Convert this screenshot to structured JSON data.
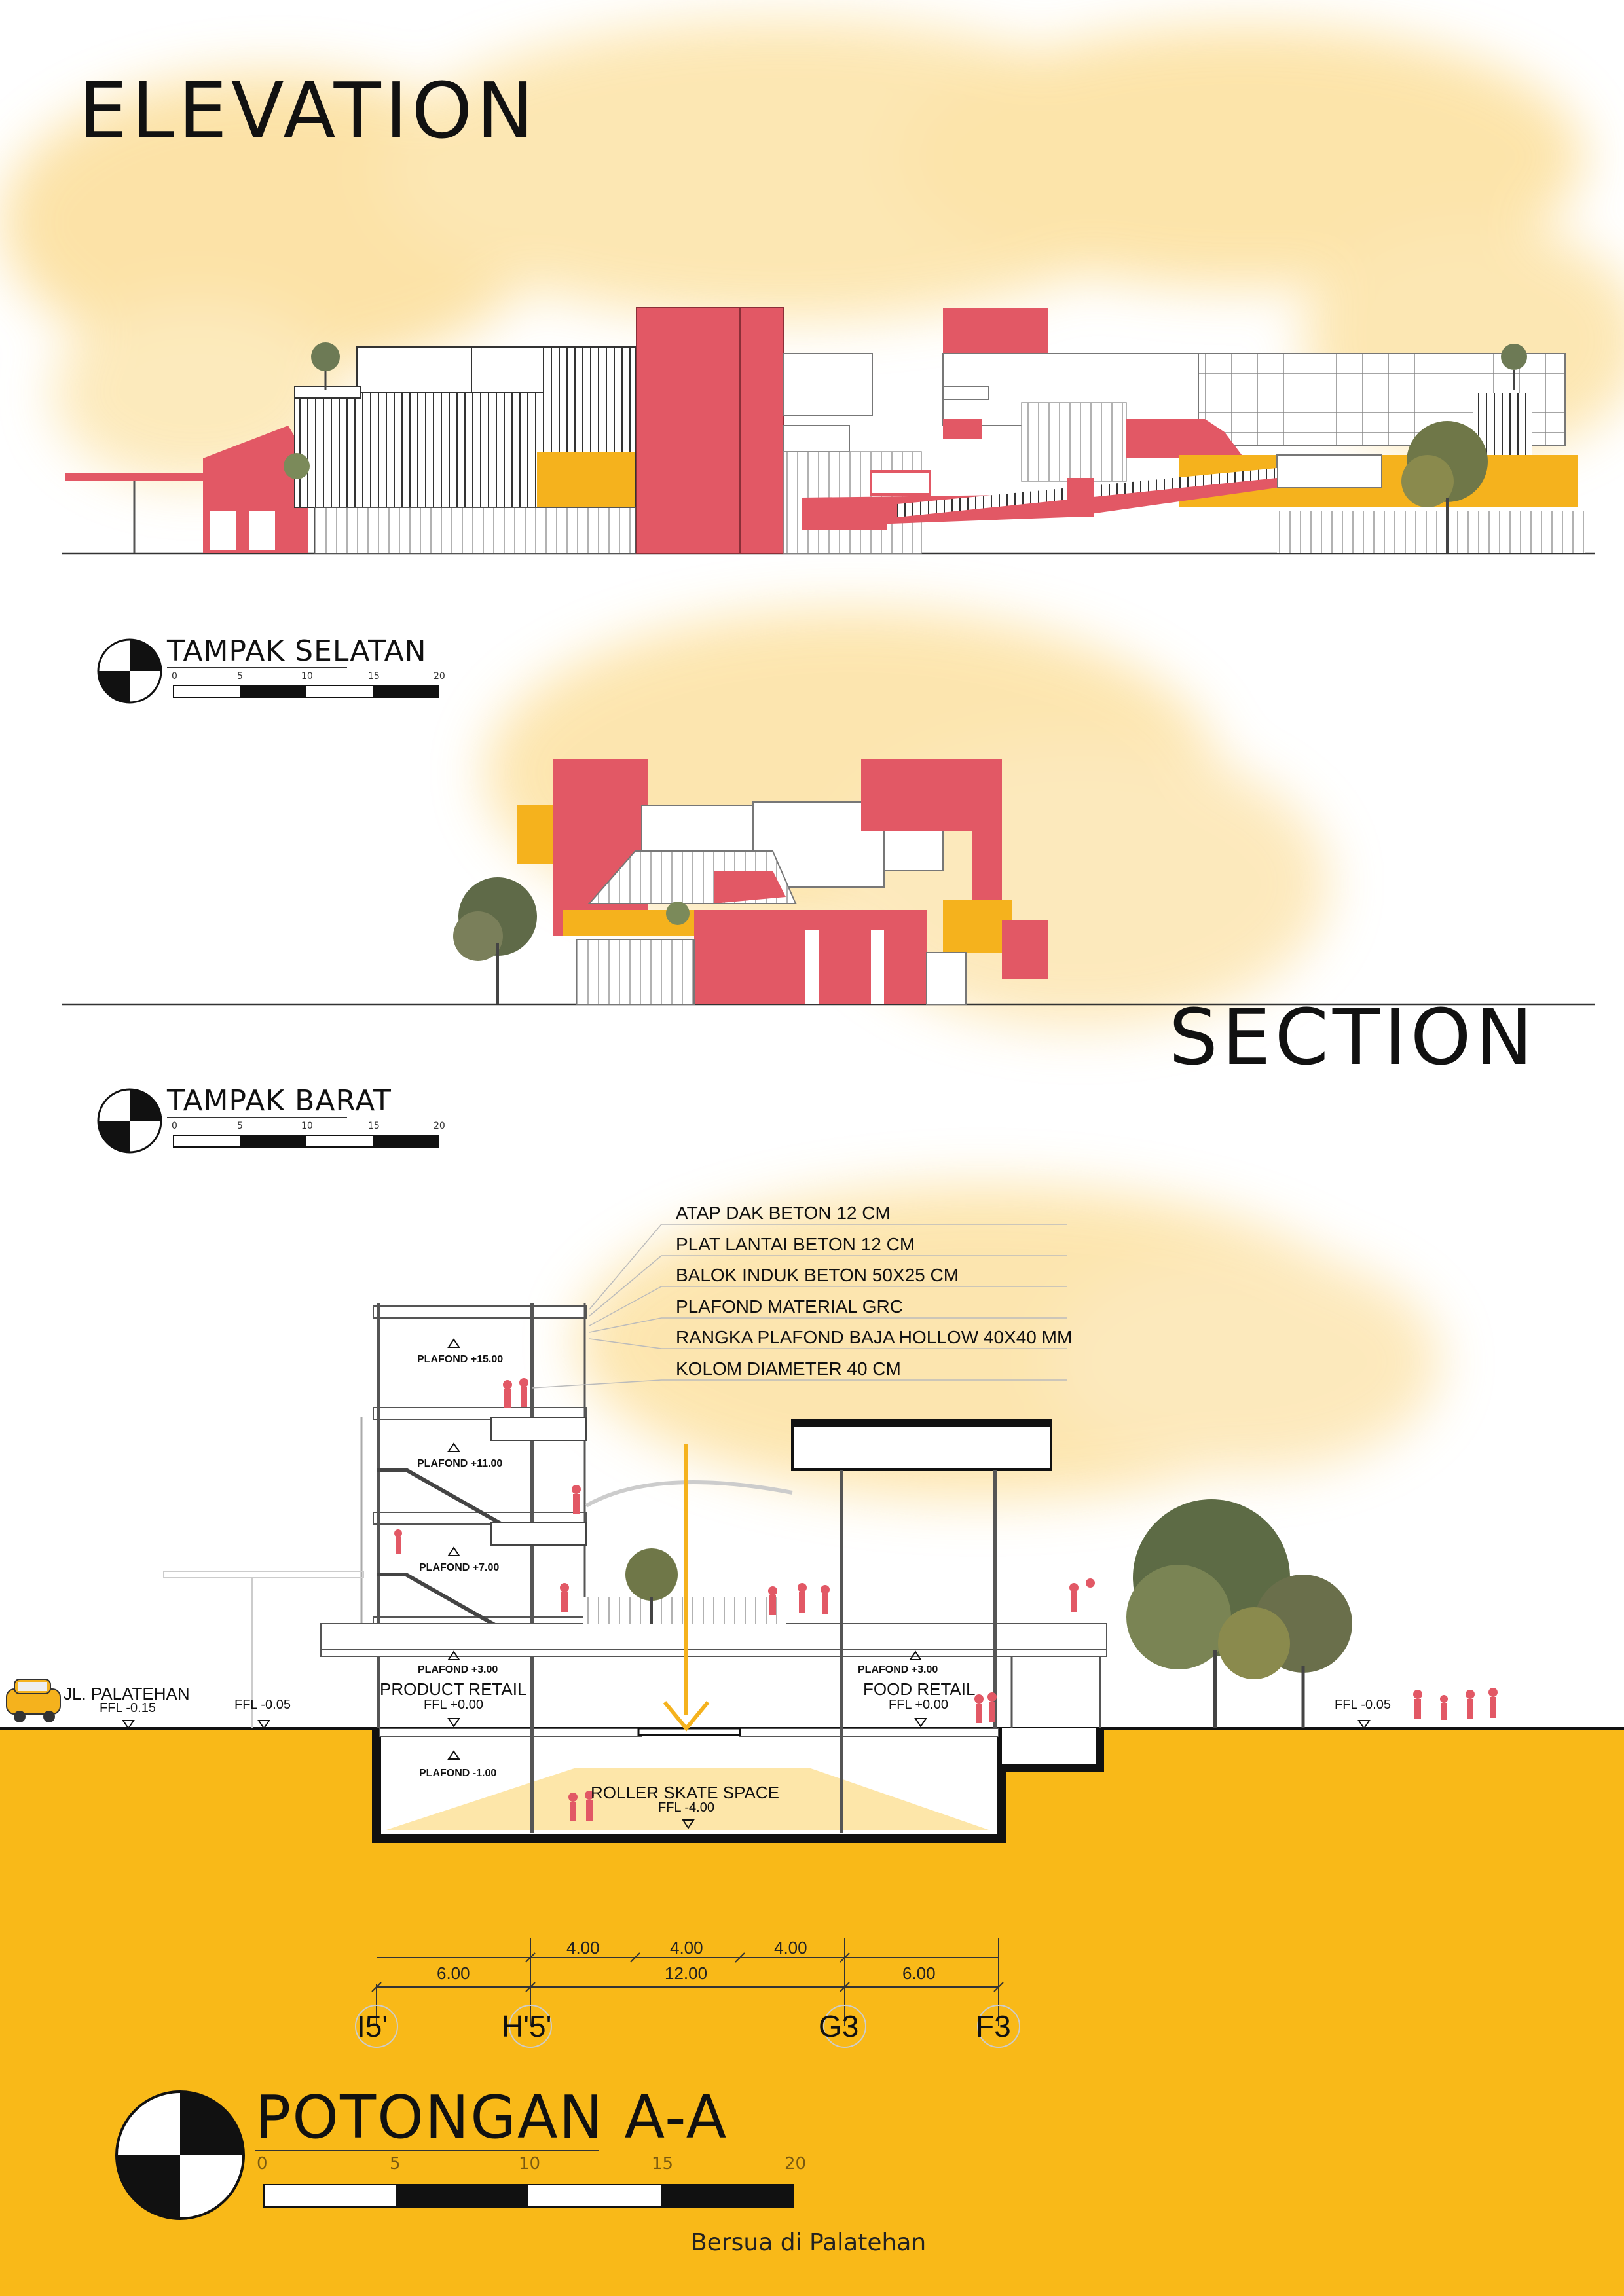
{
  "headings": {
    "elevation": "ELEVATION",
    "section": "SECTION"
  },
  "views": {
    "south": {
      "title": "TAMPAK SELATAN",
      "scale": [
        "0",
        "5",
        "10",
        "15",
        "20"
      ]
    },
    "west": {
      "title": "TAMPAK BARAT",
      "scale": [
        "0",
        "5",
        "10",
        "15",
        "20"
      ]
    },
    "section_aa": {
      "title": "POTONGAN A-A",
      "scale": [
        "0",
        "5",
        "10",
        "15",
        "20"
      ]
    }
  },
  "material_notes": [
    "ATAP DAK BETON 12 CM",
    "PLAT LANTAI BETON 12 CM",
    "BALOK INDUK BETON 50X25 CM",
    "PLAFOND MATERIAL GRC",
    "RANGKA PLAFOND BAJA HOLLOW 40X40 MM",
    "KOLOM DIAMETER 40 CM"
  ],
  "levels": {
    "p15": "PLAFOND +15.00",
    "p11": "PLAFOND +11.00",
    "p7": "PLAFOND +7.00",
    "p3_left": "PLAFOND +3.00",
    "p3_right": "PLAFOND +3.00",
    "pm1": "PLAFOND -1.00"
  },
  "floor_levels": {
    "road": "FFL -0.15",
    "left_ground": "FFL -0.05",
    "product": "FFL +0.00",
    "food": "FFL +0.00",
    "skate": "FFL -4.00",
    "right_ground": "FFL -0.05"
  },
  "rooms": {
    "street": "JL. PALATEHAN",
    "product_retail": "PRODUCT RETAIL",
    "food_retail": "FOOD RETAIL",
    "skate": "ROLLER SKATE SPACE"
  },
  "dimensions": {
    "top": [
      "4.00",
      "4.00",
      "4.00"
    ],
    "bottom": [
      "6.00",
      "12.00",
      "6.00"
    ]
  },
  "grid_axes": [
    "I5'",
    "H'5'",
    "G3",
    "F3"
  ],
  "footer": "Bersua di Palatehan",
  "colors": {
    "accent_red": "#e25865",
    "accent_yellow": "#f5b21d",
    "ground_yellow": "#f9b918",
    "haze": "#fbe3a6"
  }
}
